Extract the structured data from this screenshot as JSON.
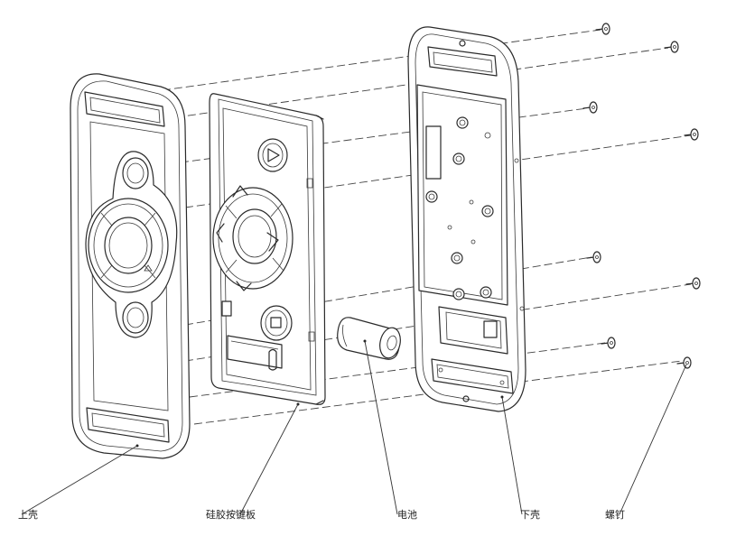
{
  "labels": {
    "upper_shell": "上壳",
    "silicone_keypad": "硅胶按键板",
    "battery": "电池",
    "lower_shell": "下壳",
    "screw": "螺钉"
  },
  "icons": {
    "keypad_arrow_up": "arrow-up-icon",
    "keypad_arrow_left": "arrow-left-icon",
    "keypad_arrow_right": "arrow-right-icon",
    "keypad_arrow_down": "arrow-down-icon",
    "keypad_play": "play-icon",
    "keypad_stop": "stop-icon"
  },
  "colors": {
    "line": "#2a2a2a",
    "background": "#ffffff"
  }
}
